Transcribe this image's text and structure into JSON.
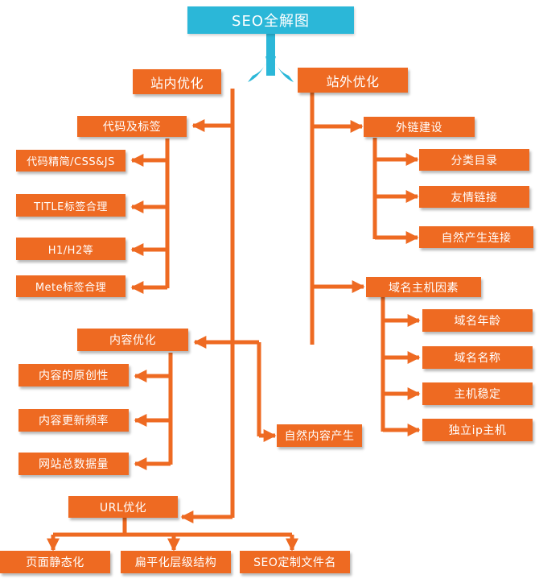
{
  "title": "SEO全解图",
  "onsite": {
    "label": "站内优化",
    "code_tags": {
      "label": "代码及标签",
      "items": [
        "代码精简/CSS&JS",
        "TITLE标签合理",
        "H1/H2等",
        "Mete标签合理"
      ]
    },
    "content": {
      "label": "内容优化",
      "items": [
        "内容的原创性",
        "内容更新频率",
        "网站总数据量"
      ],
      "natural": "自然内容产生"
    },
    "url": {
      "label": "URL优化",
      "items": [
        "页面静态化",
        "扁平化层级结构",
        "SEO定制文件名"
      ]
    }
  },
  "offsite": {
    "label": "站外优化",
    "links": {
      "label": "外链建设",
      "items": [
        "分类目录",
        "友情链接",
        "自然产生连接"
      ]
    },
    "domain": {
      "label": "域名主机因素",
      "items": [
        "域名年龄",
        "域名名称",
        "主机稳定",
        "独立ip主机"
      ]
    }
  },
  "colors": {
    "accent": "#ee6a22",
    "title_bg": "#2bb7d8",
    "connector": "#ee6a22",
    "split_arrow": "#2bb7d8"
  }
}
